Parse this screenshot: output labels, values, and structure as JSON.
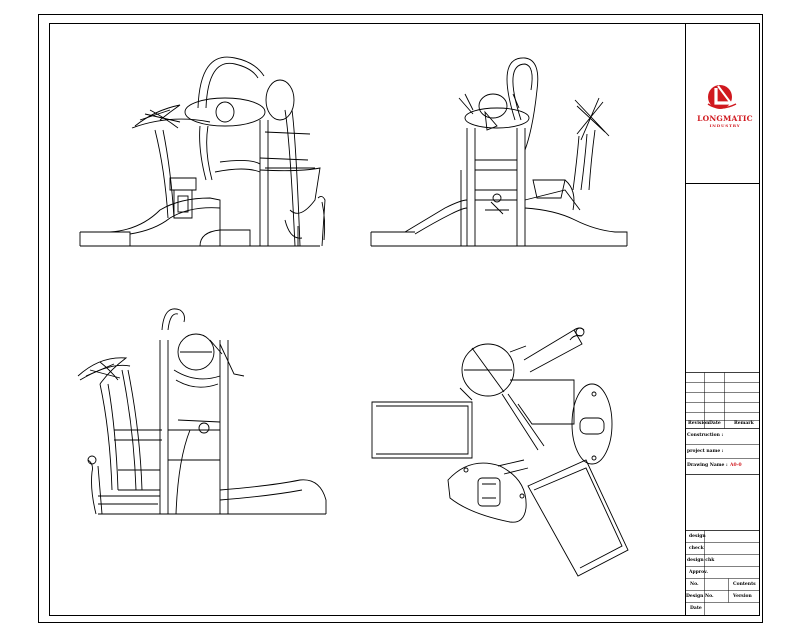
{
  "logo": {
    "name": "LONGMATIC",
    "subtitle": "INDUSTRY",
    "color": "#d0191f"
  },
  "title_block": {
    "revision_header": [
      "Revision",
      "Date",
      "Remark"
    ],
    "construction_label": "Construction :",
    "project_label": "project name :",
    "drawing_label": "Drawing Name :",
    "drawing_value": "A0-0",
    "sign_rows": [
      {
        "label": "design",
        "value": ""
      },
      {
        "label": "check",
        "value": ""
      },
      {
        "label": "design chk",
        "value": ""
      },
      {
        "label": "Approv.",
        "value": ""
      },
      {
        "label": "No.",
        "value": "",
        "label2": "Contents",
        "value2": ""
      },
      {
        "label": "Design No.",
        "value": "",
        "label2": "Version",
        "value2": ""
      },
      {
        "label": "Date",
        "value": ""
      }
    ]
  },
  "views": [
    "front-elevation",
    "side-elevation",
    "rear-elevation",
    "plan-view"
  ]
}
